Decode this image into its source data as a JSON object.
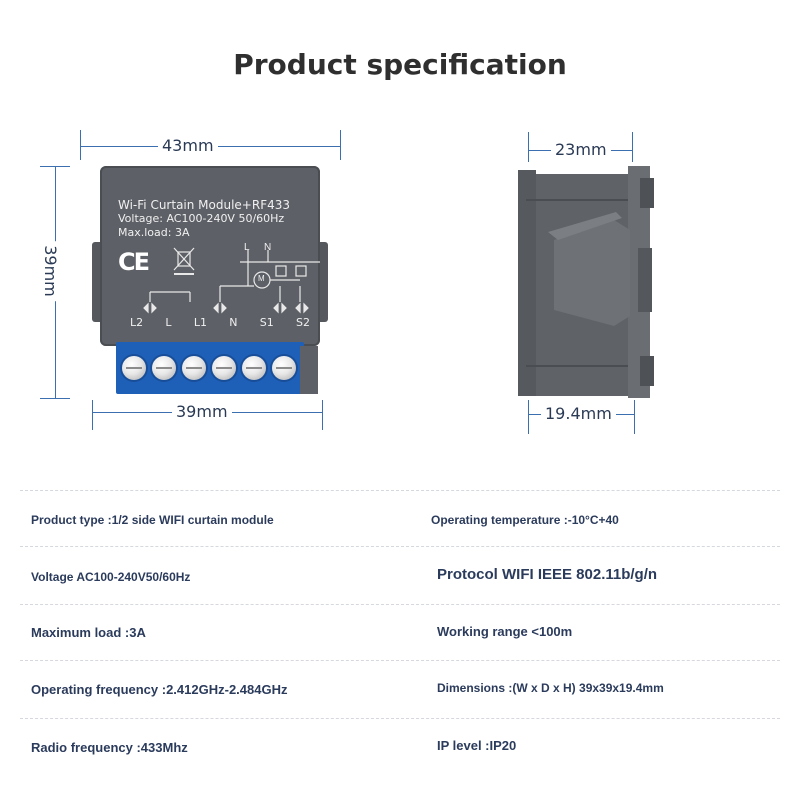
{
  "title": "Product specification",
  "front_view": {
    "width_top": "43mm",
    "width_bottom": "39mm",
    "height": "39mm",
    "label_line1": "Wi-Fi Curtain Module+RF433",
    "label_line2": "Voltage: AC100-240V 50/60Hz",
    "label_line3": "Max.load: 3A",
    "ce_mark": "CE",
    "diagram_l": "L",
    "diagram_n": "N",
    "diagram_m": "M",
    "terminals": [
      "L2",
      "L",
      "L1",
      "N",
      "S1",
      "S2"
    ]
  },
  "side_view": {
    "width_top": "23mm",
    "width_bottom": "19.4mm"
  },
  "specs": {
    "left": [
      "Product type :1/2 side WIFI curtain module",
      "Voltage AC100-240V50/60Hz",
      "Maximum load :3A",
      "Operating frequency :2.412GHz-2.484GHz",
      "Radio frequency :433Mhz"
    ],
    "right": [
      "Operating temperature :-10°C+40",
      "Protocol WIFI IEEE 802.11b/g/n",
      "Working range <100m",
      "Dimensions :(W x D x H) 39x39x19.4mm",
      "IP level :IP20"
    ]
  }
}
